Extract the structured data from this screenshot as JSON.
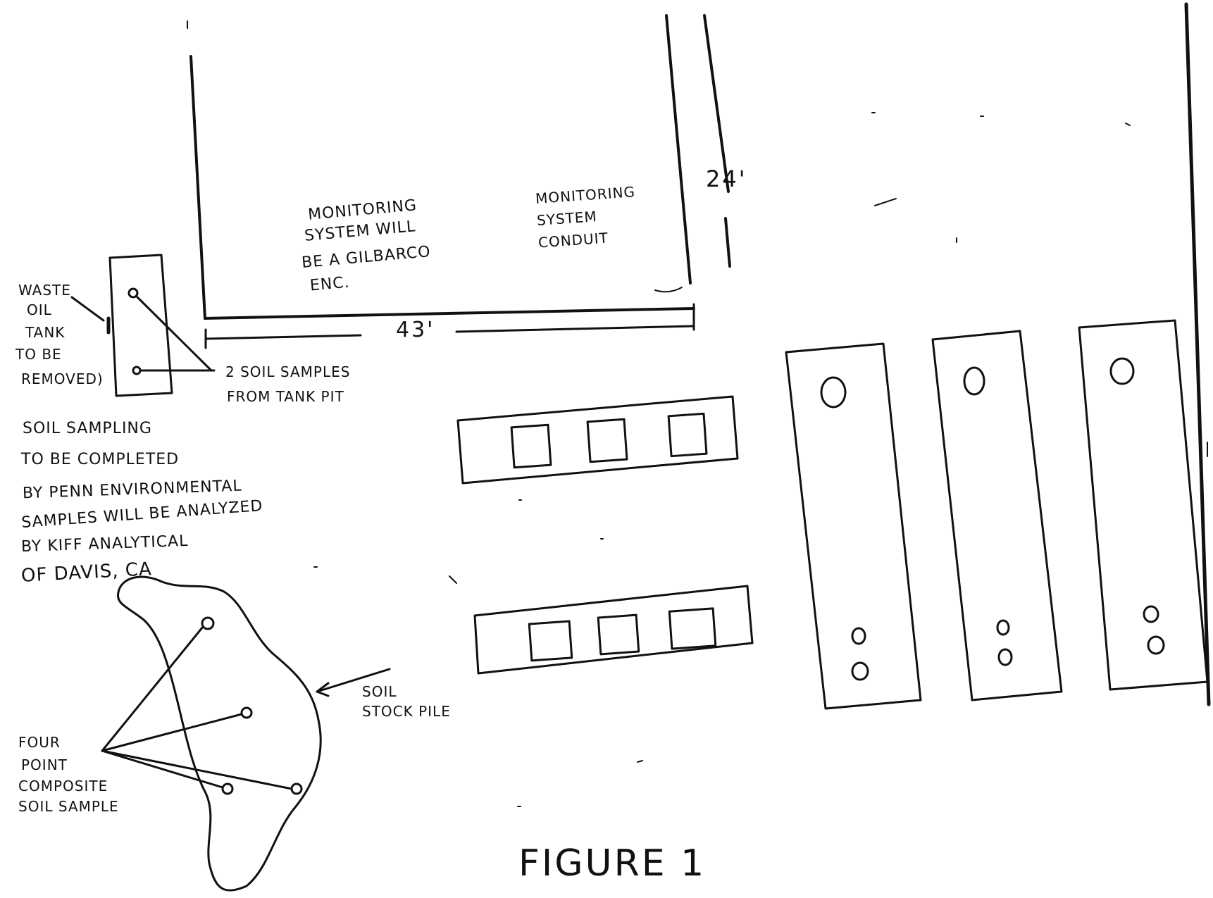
{
  "figure_title": "FIGURE 1",
  "dimensions": {
    "width_label": "43'",
    "depth_label": "24'"
  },
  "notes": {
    "monitoring_system": [
      "MONITORING",
      "SYSTEM WILL",
      "BE A GILBARCO",
      "ENC."
    ],
    "monitoring_conduit": [
      "MONITORING",
      "SYSTEM",
      "CONDUIT"
    ],
    "waste_oil_tank": [
      "WASTE",
      "OIL",
      "TANK",
      "TO BE",
      "REMOVED)"
    ],
    "tank_pit_samples": [
      "2 SOIL SAMPLES",
      "FROM TANK PIT"
    ],
    "soil_sampling": [
      "SOIL SAMPLING",
      "TO BE COMPLETED",
      "BY PENN ENVIRONMENTAL",
      "SAMPLES WILL BE ANALYZED",
      "BY KIFF ANALYTICAL",
      "OF DAVIS, CA"
    ],
    "stock_pile": [
      "SOIL",
      "STOCK PILE"
    ],
    "composite_sample": [
      "FOUR",
      "POINT",
      "COMPOSITE",
      "SOIL SAMPLE"
    ]
  },
  "colors": {
    "ink": "#111111",
    "paper": "#ffffff"
  }
}
